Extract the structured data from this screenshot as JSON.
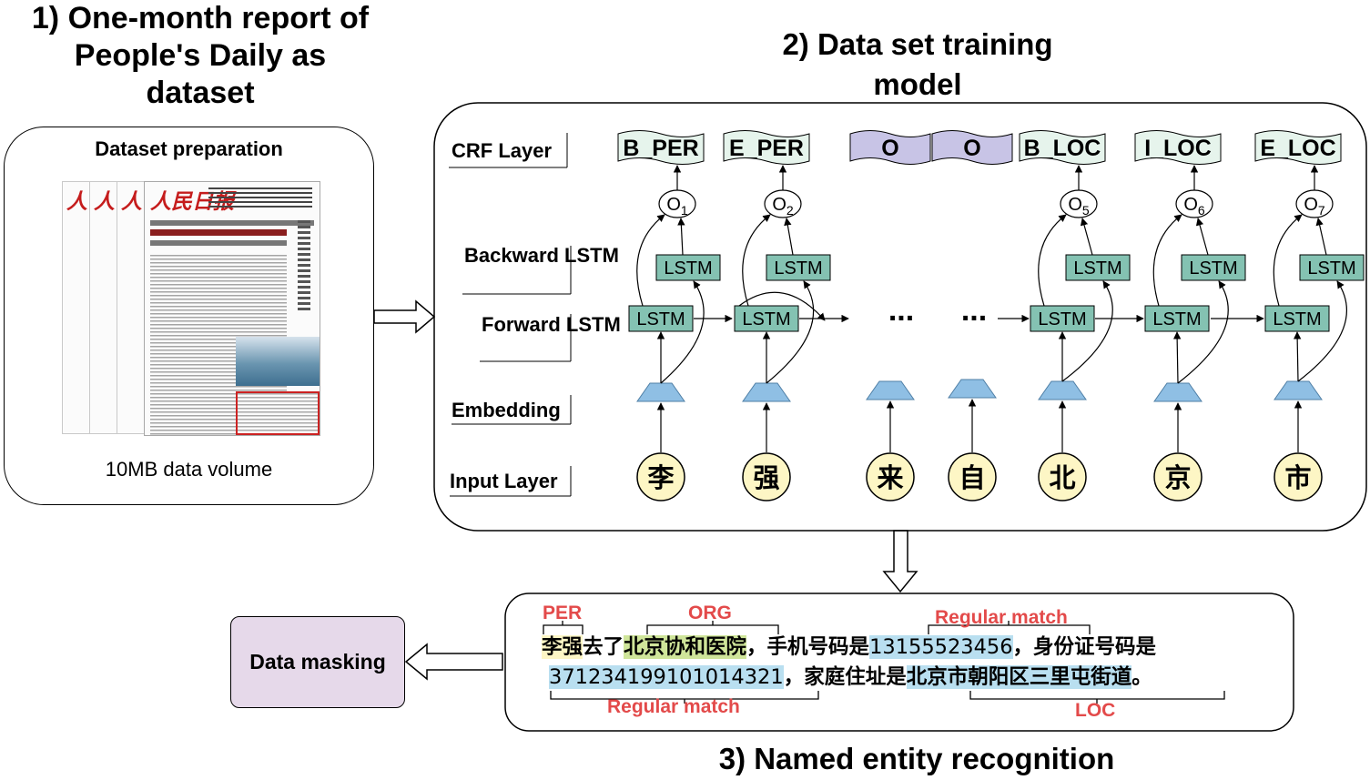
{
  "section1": {
    "title": "1) One-month report of People's Daily as dataset",
    "panel_heading": "Dataset preparation",
    "newspaper_masthead": "人民日报",
    "volume": "10MB data volume"
  },
  "section2": {
    "title": "2) Data set training model",
    "layer_labels": {
      "crf": "CRF Layer",
      "backward": "Backward LSTM",
      "forward": "Forward LSTM",
      "embedding": "Embedding",
      "input": "Input Layer"
    },
    "lstm_label": "LSTM",
    "ellipsis": "...",
    "outputs": [
      "O1",
      "O2",
      "O5",
      "O6",
      "O7"
    ],
    "crf_tags": [
      "B_PER",
      "E_PER",
      "O",
      "O",
      "B_LOC",
      "I_LOC",
      "E_LOC"
    ],
    "input_chars": [
      "李",
      "强",
      "来",
      "自",
      "北",
      "京",
      "市"
    ],
    "colors": {
      "lstm": "#84c2b2",
      "embedding": "#8fbfe4",
      "input_char": "#fdf6c5",
      "crf_tag": "#e6f4ec",
      "crf_o": "#c8c4e6"
    }
  },
  "section3": {
    "title": "3) Named entity recognition",
    "line1": {
      "person": "李强",
      "text_a": "去了",
      "org": "北京协和医院",
      "text_b": "，手机号码是",
      "phone": "13155523456",
      "text_c": "，身份证号码是"
    },
    "line2": {
      "id_number": "371234199101014321",
      "text_a": "，家庭住址是",
      "location": "北京市朝阳区三里屯街道",
      "text_b": "。"
    },
    "tags": {
      "per": "PER",
      "org": "ORG",
      "regular_top": "Regular match",
      "regular_bottom": "Regular match",
      "loc": "LOC"
    },
    "colors": {
      "org_highlight": "#cfe59a",
      "regular_highlight": "#b9dff0",
      "tag_text": "#e34a4a"
    }
  },
  "data_masking": {
    "label": "Data masking",
    "color": "#e6d9ea"
  }
}
